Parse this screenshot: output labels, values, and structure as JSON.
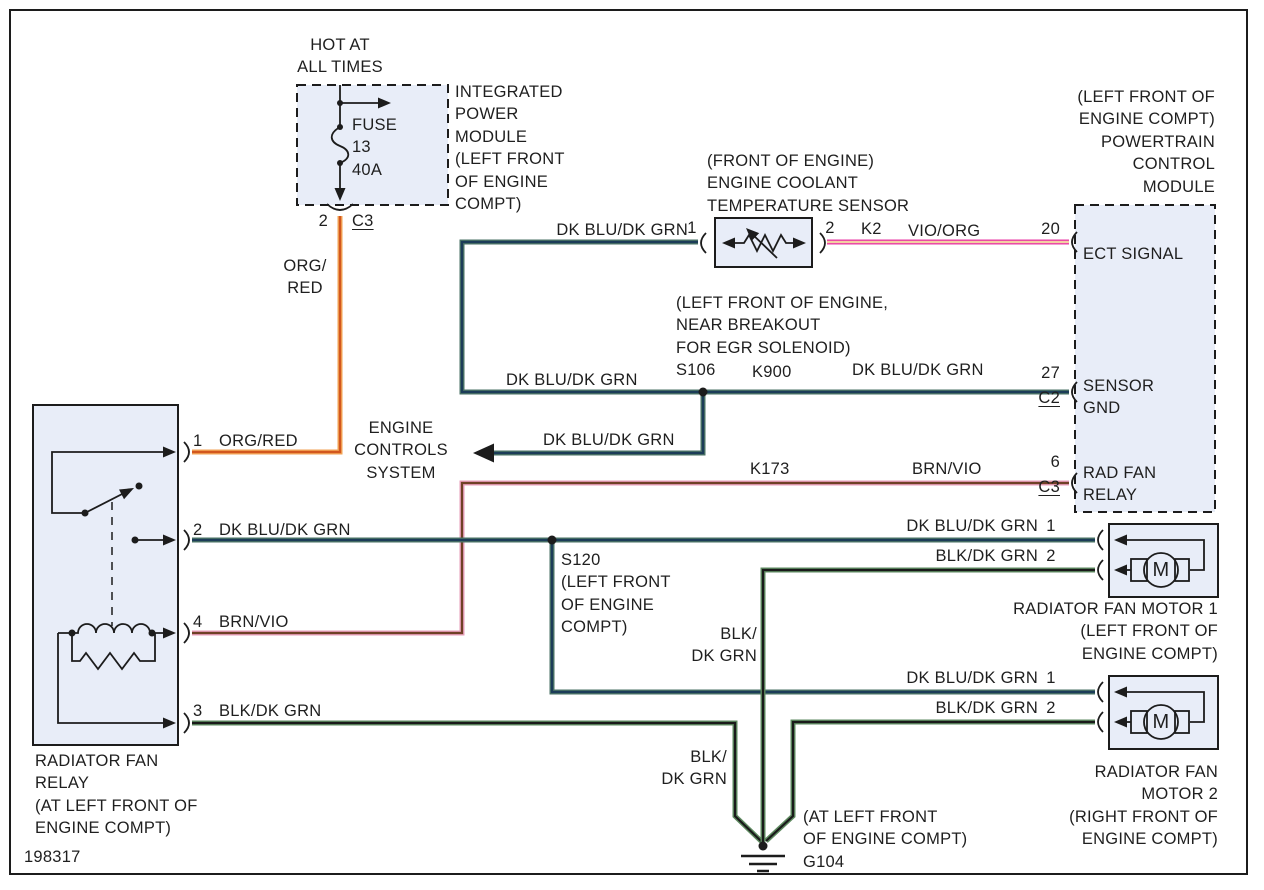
{
  "colors": {
    "box_fill": "#e8edf8",
    "line": "#1c1c1c",
    "text": "#1f1f1f",
    "blue_edge": "#4a7265",
    "blue_core": "#1c3c58",
    "green_edge": "#5e8a60",
    "green_core": "#1a1a1a",
    "orange_edge": "#f2a254",
    "orange_core": "#d2571e",
    "pink_edge": "#e93aa4",
    "pink_core": "#f3cfa3",
    "rose_edge": "#e79db9",
    "rose_core": "#6f4126"
  },
  "power": {
    "hot_label": "HOT AT\nALL TIMES",
    "module_label": "INTEGRATED\nPOWER\nMODULE\n(LEFT FRONT\nOF ENGINE\nCOMPT)",
    "fuse_label": "FUSE\n13\n40A",
    "pin": "2",
    "connector": "C3",
    "wire_label": "ORG/\nRED"
  },
  "sensor": {
    "title": "(FRONT OF ENGINE)\nENGINE COOLANT\nTEMPERATURE SENSOR",
    "pin_left": "1",
    "pin_right": "2",
    "wire_in_label": "DK BLU/DK GRN",
    "circuit_out": "K2",
    "wire_out_label": "VIO/ORG"
  },
  "pcm": {
    "title": "(LEFT FRONT OF\nENGINE COMPT)\nPOWERTRAIN\nCONTROL\nMODULE",
    "pins": [
      {
        "number": "20",
        "connector": "",
        "label": "ECT SIGNAL"
      },
      {
        "number": "27",
        "connector": "C2",
        "label": "SENSOR\nGND"
      },
      {
        "number": "6",
        "connector": "C3",
        "label": "RAD FAN\nRELAY"
      }
    ]
  },
  "splice_s106": {
    "note": "(LEFT FRONT OF ENGINE,\nNEAR BREAKOUT\nFOR EGR SOLENOID)\nS106",
    "wire_left": "DK BLU/DK GRN",
    "circuit": "K900",
    "wire_right": "DK BLU/DK GRN"
  },
  "ecs": {
    "label": "ENGINE\nCONTROLS\nSYSTEM",
    "wire_label": "DK BLU/DK GRN"
  },
  "k173": {
    "circuit": "K173",
    "wire": "BRN/VIO"
  },
  "relay": {
    "pins": [
      {
        "number": "1",
        "wire": "ORG/RED"
      },
      {
        "number": "2",
        "wire": "DK BLU/DK GRN"
      },
      {
        "number": "4",
        "wire": "BRN/VIO"
      },
      {
        "number": "3",
        "wire": "BLK/DK GRN"
      }
    ],
    "title": "RADIATOR FAN\nRELAY\n(AT LEFT FRONT OF\nENGINE COMPT)"
  },
  "splice_s120": {
    "note": "S120\n(LEFT FRONT\nOF ENGINE\nCOMPT)"
  },
  "motor1": {
    "symbol": "M",
    "pin1_wire": "DK BLU/DK GRN",
    "pin1": "1",
    "pin2_wire": "BLK/DK GRN",
    "pin2": "2",
    "title": "RADIATOR FAN MOTOR 1\n(LEFT FRONT OF\nENGINE COMPT)"
  },
  "motor2": {
    "symbol": "M",
    "pin1_wire": "DK BLU/DK GRN",
    "pin1": "1",
    "pin2_wire": "BLK/DK GRN",
    "pin2": "2",
    "title": "RADIATOR FAN\nMOTOR 2\n(RIGHT FRONT OF\nENGINE COMPT)"
  },
  "ground": {
    "wire_label_mid": "BLK/\nDK GRN",
    "wire_label_left": "BLK/\nDK GRN",
    "label": "(AT LEFT FRONT\nOF ENGINE COMPT)\nG104"
  },
  "doc_number": "198317"
}
